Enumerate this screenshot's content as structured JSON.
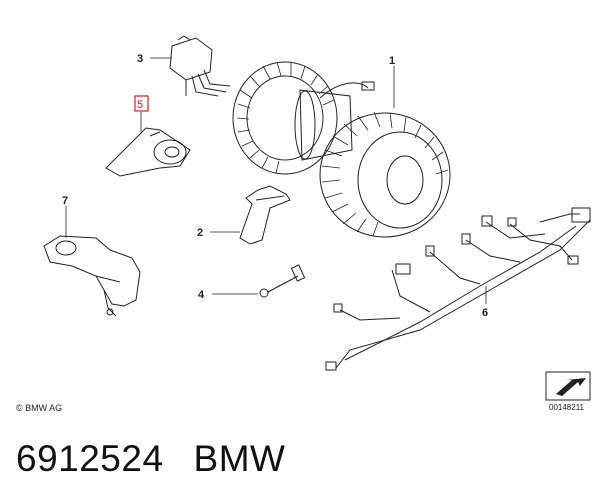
{
  "diagram": {
    "parts": [
      {
        "id": "1",
        "label": "1",
        "highlighted": false
      },
      {
        "id": "2",
        "label": "2",
        "highlighted": false
      },
      {
        "id": "3",
        "label": "3",
        "highlighted": false
      },
      {
        "id": "4",
        "label": "4",
        "highlighted": false
      },
      {
        "id": "5",
        "label": "5",
        "highlighted": true
      },
      {
        "id": "6",
        "label": "6",
        "highlighted": false
      },
      {
        "id": "7",
        "label": "7",
        "highlighted": false
      }
    ],
    "copyright": "© BMW AG",
    "reference_number": "00148211",
    "highlight_color": "#d21f2b",
    "line_color": "#222222"
  },
  "footer": {
    "part_number": "6912524",
    "brand": "BMW"
  }
}
